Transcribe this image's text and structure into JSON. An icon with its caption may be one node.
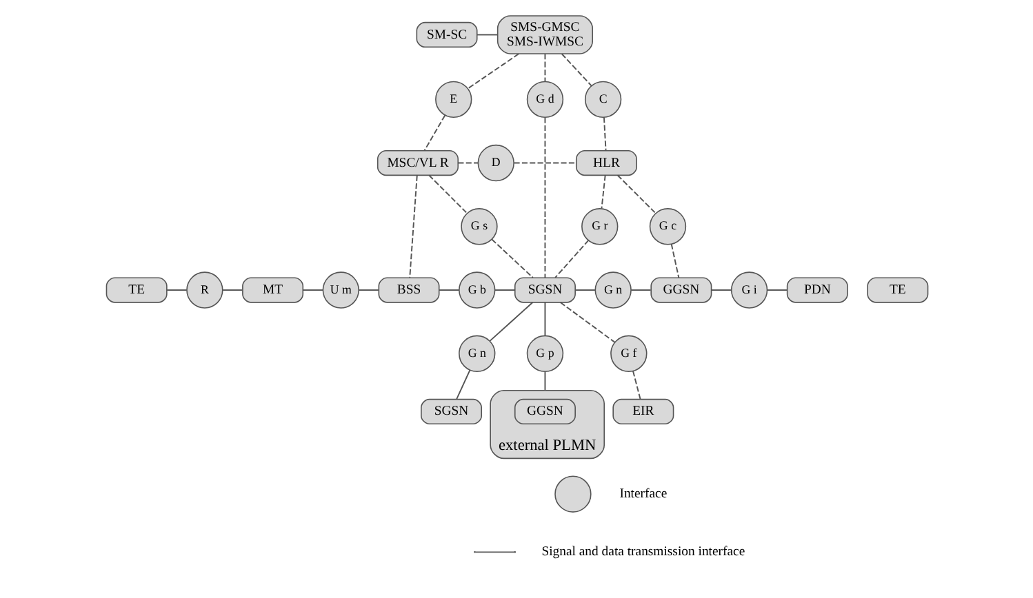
{
  "diagram": {
    "nodes": [
      {
        "text": [
          "SM-SC"
        ]
      },
      {
        "text": [
          "SMS-GMSC",
          "SMS-IWMSC"
        ]
      },
      {
        "text": [
          "E"
        ]
      },
      {
        "text": [
          "G d"
        ]
      },
      {
        "text": [
          "C"
        ]
      },
      {
        "text": [
          "MSC/VL R"
        ]
      },
      {
        "text": [
          "D"
        ]
      },
      {
        "text": [
          "HLR"
        ]
      },
      {
        "text": [
          "G s"
        ]
      },
      {
        "text": [
          "G r"
        ]
      },
      {
        "text": [
          "G c"
        ]
      },
      {
        "text": [
          "TE"
        ]
      },
      {
        "text": [
          "R"
        ]
      },
      {
        "text": [
          "MT"
        ]
      },
      {
        "text": [
          "U m"
        ]
      },
      {
        "text": [
          "BSS"
        ]
      },
      {
        "text": [
          "G b"
        ]
      },
      {
        "text": [
          "SGSN"
        ]
      },
      {
        "text": [
          "G n"
        ]
      },
      {
        "text": [
          "GGSN"
        ]
      },
      {
        "text": [
          "G i"
        ]
      },
      {
        "text": [
          "PDN"
        ]
      },
      {
        "text": [
          "TE"
        ]
      },
      {
        "text": [
          "G n"
        ]
      },
      {
        "text": [
          "G p"
        ]
      },
      {
        "text": [
          "G f"
        ]
      },
      {
        "text": [
          "EIR"
        ]
      },
      {
        "text": [
          "SGSN"
        ]
      },
      {
        "text": [
          "external PLMN"
        ]
      },
      {
        "text": [
          "GGSN"
        ],
        "in": 28
      },
      {
        "text": [],
        "shape": "circle"
      }
    ],
    "edges": [
      {
        "from": 0,
        "to": 1,
        "arrow": "none"
      },
      {
        "from": 1,
        "to": 2,
        "arrow": "none",
        "style": "dashed"
      },
      {
        "from": 1,
        "to": 3,
        "arrow": "none",
        "style": "dashed"
      },
      {
        "from": 1,
        "to": 4,
        "arrow": "none",
        "style": "dashed"
      },
      {
        "from": 2,
        "to": 5,
        "arrow": "none",
        "style": "dashed"
      },
      {
        "from": 3,
        "to": 17,
        "arrow": "none",
        "style": "dashed"
      },
      {
        "from": 4,
        "to": 7,
        "arrow": "none",
        "style": "dashed"
      },
      {
        "from": 5,
        "to": 6,
        "arrow": "none",
        "style": "dashed"
      },
      {
        "from": 6,
        "to": 7,
        "arrow": "none",
        "style": "dashed"
      },
      {
        "from": 5,
        "to": 15,
        "arrow": "none",
        "style": "dashed"
      },
      {
        "from": 5,
        "to": 8,
        "arrow": "none",
        "style": "dashed"
      },
      {
        "from": 8,
        "to": 17,
        "arrow": "none",
        "style": "dashed"
      },
      {
        "from": 7,
        "to": 9,
        "arrow": "none",
        "style": "dashed"
      },
      {
        "from": 9,
        "to": 17,
        "arrow": "none",
        "style": "dashed"
      },
      {
        "from": 7,
        "to": 10,
        "arrow": "none",
        "style": "dashed"
      },
      {
        "from": 10,
        "to": 19,
        "arrow": "none",
        "style": "dashed"
      },
      {
        "from": 11,
        "to": 12,
        "arrow": "none"
      },
      {
        "from": 12,
        "to": 13,
        "arrow": "none"
      },
      {
        "from": 13,
        "to": 14,
        "arrow": "none"
      },
      {
        "from": 14,
        "to": 15,
        "arrow": "none"
      },
      {
        "from": 15,
        "to": 16,
        "arrow": "none"
      },
      {
        "from": 16,
        "to": 17,
        "arrow": "none"
      },
      {
        "from": 17,
        "to": 18,
        "arrow": "none"
      },
      {
        "from": 18,
        "to": 19,
        "arrow": "none"
      },
      {
        "from": 19,
        "to": 20,
        "arrow": "none"
      },
      {
        "from": 20,
        "to": 21,
        "arrow": "none"
      },
      {
        "from": 17,
        "to": 23,
        "arrow": "none"
      },
      {
        "from": 23,
        "to": 27,
        "arrow": "none"
      },
      {
        "from": 17,
        "to": 24,
        "arrow": "none"
      },
      {
        "from": 24,
        "to": 28,
        "arrow": "none"
      },
      {
        "from": 17,
        "to": 25,
        "arrow": "none",
        "style": "dashed"
      },
      {
        "from": 25,
        "to": 26,
        "arrow": "none",
        "style": "dashed"
      }
    ],
    "legend": [
      {
        "text": "Interface"
      },
      {
        "text": "Signal and data transmission interface"
      }
    ]
  }
}
